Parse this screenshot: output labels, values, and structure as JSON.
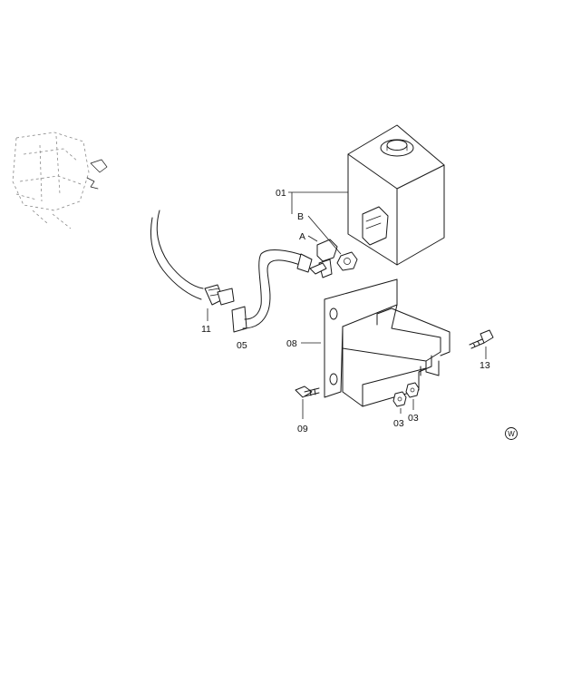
{
  "labels": {
    "part_01": "01",
    "port_b": "B",
    "port_a": "A",
    "part_11": "11",
    "part_05": "05",
    "part_08": "08",
    "part_13": "13",
    "part_09": "09",
    "part_03_left": "03",
    "part_03_right": "03"
  },
  "marker": "W",
  "colors": {
    "line": "#1a1a1a",
    "background": "#ffffff"
  }
}
